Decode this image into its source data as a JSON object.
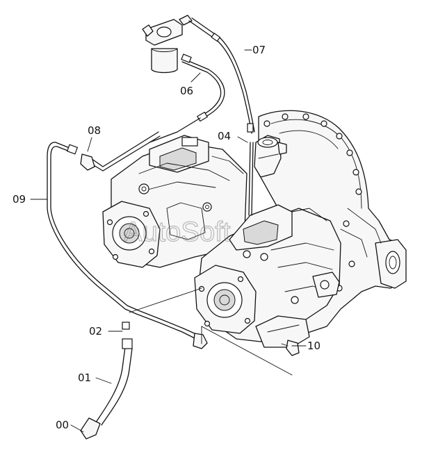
{
  "diagram": {
    "watermark": "AutoSoft",
    "callouts": [
      {
        "id": "c00",
        "label": "00"
      },
      {
        "id": "c01",
        "label": "01"
      },
      {
        "id": "c02",
        "label": "02"
      },
      {
        "id": "c04",
        "label": "04"
      },
      {
        "id": "c06",
        "label": "06"
      },
      {
        "id": "c07",
        "label": "07"
      },
      {
        "id": "c08",
        "label": "08"
      },
      {
        "id": "c09",
        "label": "09"
      },
      {
        "id": "c10",
        "label": "10"
      }
    ]
  }
}
